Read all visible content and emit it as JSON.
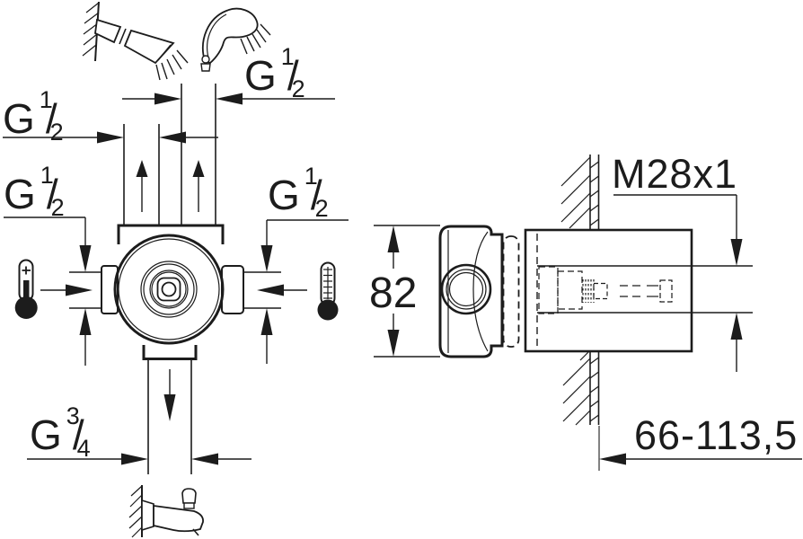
{
  "labels": {
    "g_half": {
      "g": "G",
      "num": "1",
      "slash": "/",
      "den": "2"
    },
    "g_three_quarter": {
      "g": "G",
      "num": "3",
      "slash": "/",
      "den": "4"
    },
    "dim_height": "82",
    "thread": "M28x1",
    "dim_depth_range": "66-113,5"
  },
  "icons": {
    "head_shower": "head-shower-icon",
    "hand_shower": "hand-shower-icon",
    "hot_thermometer": "hot-thermometer-icon",
    "cold_thermometer": "cold-thermometer-icon",
    "spout": "bath-spout-icon",
    "wall": "wall-hatch"
  },
  "colors": {
    "line": "#1c1c1c",
    "background": "#ffffff"
  }
}
